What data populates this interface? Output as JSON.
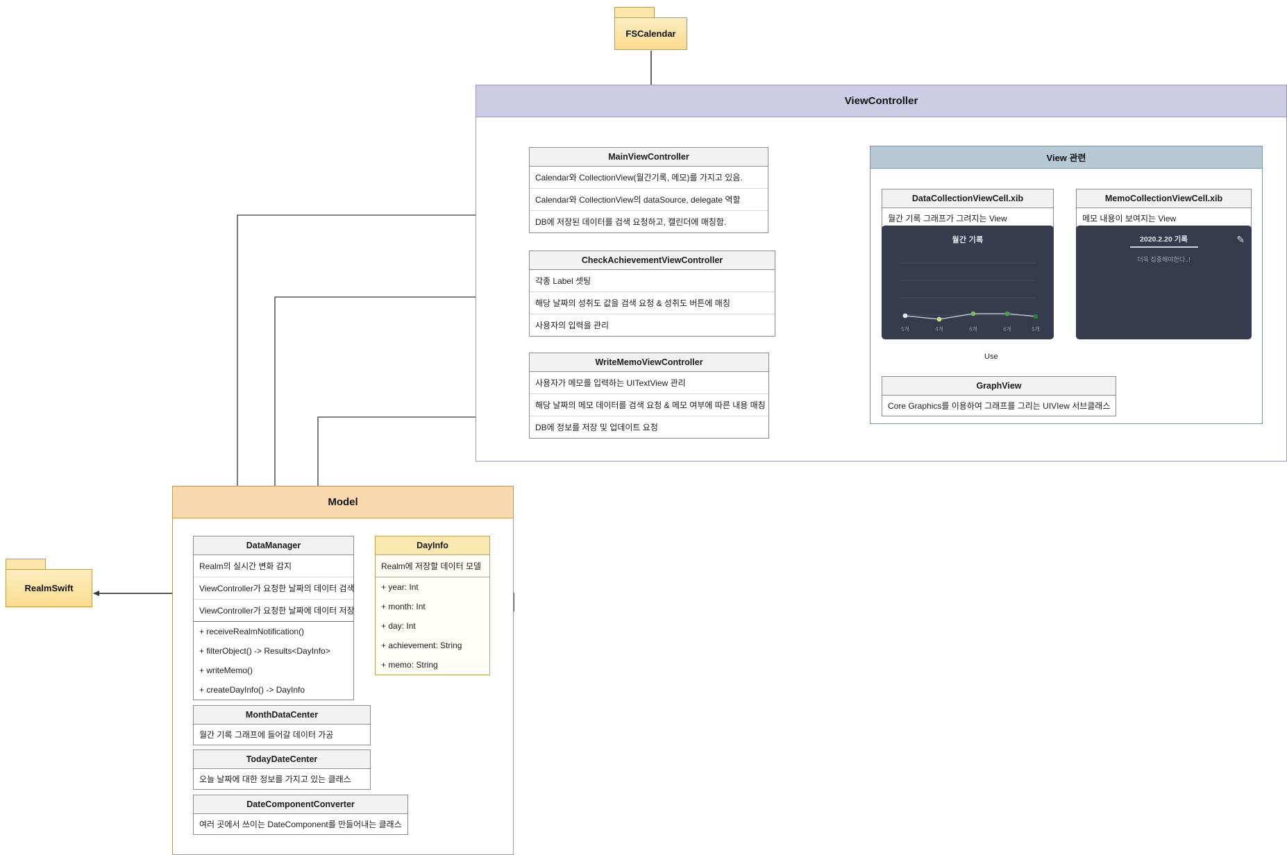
{
  "diagram": {
    "title": "iOS App Architecture Class Diagram"
  },
  "packages": [
    {
      "id": "fscalendar",
      "label": "FSCalendar"
    },
    {
      "id": "realmswift",
      "label": "RealmSwift"
    }
  ],
  "containers": {
    "viewcontroller": {
      "title": "ViewController"
    },
    "view_related": {
      "title": "View 관련"
    },
    "model": {
      "title": "Model"
    }
  },
  "classes": {
    "main_view_controller": {
      "name": "MainViewController",
      "rows": [
        "Calendar와 CollectionView(월간기록, 메모)를 가지고 있음.",
        "Calendar와 CollectionView의 dataSource, delegate 역할",
        "DB에 저장된 데이터를 검색 요청하고, 캘린더에 매칭함."
      ]
    },
    "check_achievement_view_controller": {
      "name": "CheckAchievementViewController",
      "rows": [
        "각종 Label 셋팅",
        "해당 날짜의 성취도 값을 검색 요청 & 성취도 버튼에 매칭",
        "사용자의 입력을 관리"
      ]
    },
    "write_memo_view_controller": {
      "name": "WriteMemoViewController",
      "rows": [
        "사용자가 메모를 입력하는 UITextView 관리",
        "해당 날짜의 메모 데이터를 검색 요청 & 메모 여부에 따른 내용 매칭",
        "DB에 정보를 저장 및 업데이트 요청"
      ]
    },
    "data_collection_view_cell": {
      "name": "DataCollectionViewCell.xib",
      "rows": [
        "월간 기록 그래프가 그려지는 View"
      ]
    },
    "memo_collection_view_cell": {
      "name": "MemoCollectionViewCell.xib",
      "rows": [
        "메모 내용이 보여지는 View"
      ]
    },
    "graph_view": {
      "name": "GraphView",
      "rows": [
        "Core Graphics를 이용하여 그래프를 그리는 UIVIew 서브클래스"
      ]
    },
    "data_manager": {
      "name": "DataManager",
      "rows": [
        "Realm의 실시간 변화 감지",
        "ViewController가 요청한 날짜의 데이터 검색",
        "ViewController가 요청한 날짜에 데이터 저장"
      ],
      "methods": [
        "+ receiveRealmNotification()",
        "+ filterObject() -> Results<DayInfo>",
        "+ writeMemo()",
        "+ createDayInfo() -> DayInfo"
      ]
    },
    "day_info": {
      "name": "DayInfo",
      "rows": [
        "Realm에 저장할 데이터 모델"
      ],
      "attributes": [
        "+ year: Int",
        "+ month: Int",
        "+ day: Int",
        "+ achievement: String",
        "+ memo: String"
      ]
    },
    "month_data_center": {
      "name": "MonthDataCenter",
      "rows": [
        "월간 기록 그래프에 들어갈 데이터 가공"
      ]
    },
    "today_date_center": {
      "name": "TodayDateCenter",
      "rows": [
        "오늘 날짜에 대한 정보를 가지고 있는 클래스"
      ]
    },
    "date_component_converter": {
      "name": "DateComponentConverter",
      "rows": [
        "여러 곳에서 쓰이는 DateComponent를 만들어내는 클래스"
      ]
    }
  },
  "mocks": {
    "graph_cell": {
      "title": "월간 기록",
      "point_labels": [
        "5개",
        "4개",
        "6개",
        "6개",
        "5개"
      ]
    },
    "memo_cell": {
      "title": "2020.2.20 기록",
      "body": "더욱 집중해야한다..!",
      "edit_icon": "pencil-icon"
    }
  },
  "edges": {
    "use_label": "Use"
  },
  "chart_data": {
    "type": "line",
    "title": "월간 기록",
    "categories": [
      "5개",
      "4개",
      "6개",
      "6개",
      "5개"
    ],
    "values": [
      5,
      4,
      6,
      6,
      5
    ],
    "ylim": [
      0,
      10
    ],
    "xlabel": "",
    "ylabel": "",
    "grid": true,
    "legend": "none",
    "point_colors": [
      "#e8eaf0",
      "#cfe08a",
      "#7dbb63",
      "#4f9e42",
      "#2f7a33"
    ],
    "line_color": "#b9bfd0",
    "background": "#353a4d"
  },
  "colors": {
    "vc_header": "#cdcce4",
    "model_header": "#f8d9ae",
    "view_header": "#b8c9d6",
    "package_fill": "#fbdc8e",
    "class_header": "#f2f2f2",
    "dayinfo_header": "#fbe7b0",
    "mock_bg": "#353a4d"
  }
}
